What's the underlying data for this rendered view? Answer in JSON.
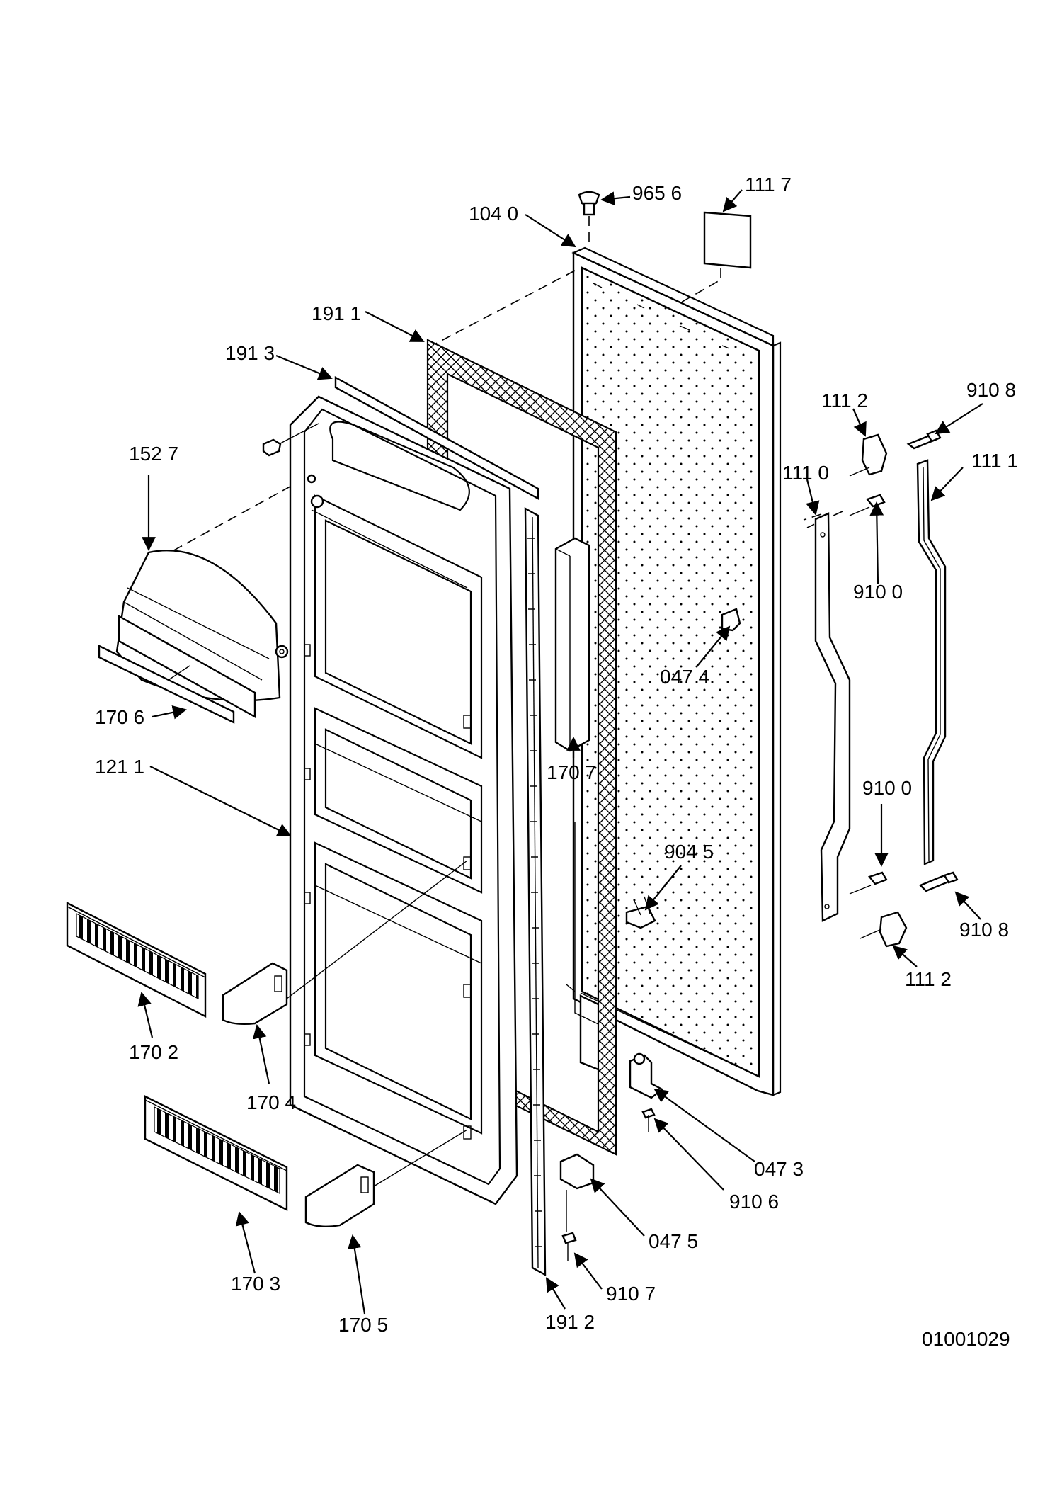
{
  "drawing_number": "01001029",
  "callouts": [
    {
      "id": "9656",
      "text": "965 6"
    },
    {
      "id": "1117",
      "text": "111 7"
    },
    {
      "id": "1040",
      "text": "104 0"
    },
    {
      "id": "1911",
      "text": "191 1"
    },
    {
      "id": "1913",
      "text": "191 3"
    },
    {
      "id": "1527",
      "text": "152 7"
    },
    {
      "id": "1112a",
      "text": "111 2"
    },
    {
      "id": "9108a",
      "text": "910 8"
    },
    {
      "id": "1110",
      "text": "111 0"
    },
    {
      "id": "1111",
      "text": "111 1"
    },
    {
      "id": "9100a",
      "text": "910 0"
    },
    {
      "id": "0474",
      "text": "047 4"
    },
    {
      "id": "1706",
      "text": "170 6"
    },
    {
      "id": "1211",
      "text": "121 1"
    },
    {
      "id": "1707",
      "text": "170 7"
    },
    {
      "id": "9100b",
      "text": "910 0"
    },
    {
      "id": "9045",
      "text": "904 5"
    },
    {
      "id": "9108b",
      "text": "910 8"
    },
    {
      "id": "1112b",
      "text": "111 2"
    },
    {
      "id": "1702",
      "text": "170 2"
    },
    {
      "id": "1704",
      "text": "170 4"
    },
    {
      "id": "0473",
      "text": "047 3"
    },
    {
      "id": "9106",
      "text": "910 6"
    },
    {
      "id": "0475",
      "text": "047 5"
    },
    {
      "id": "1703",
      "text": "170 3"
    },
    {
      "id": "9107",
      "text": "910 7"
    },
    {
      "id": "1705",
      "text": "170 5"
    },
    {
      "id": "1912",
      "text": "191 2"
    }
  ]
}
